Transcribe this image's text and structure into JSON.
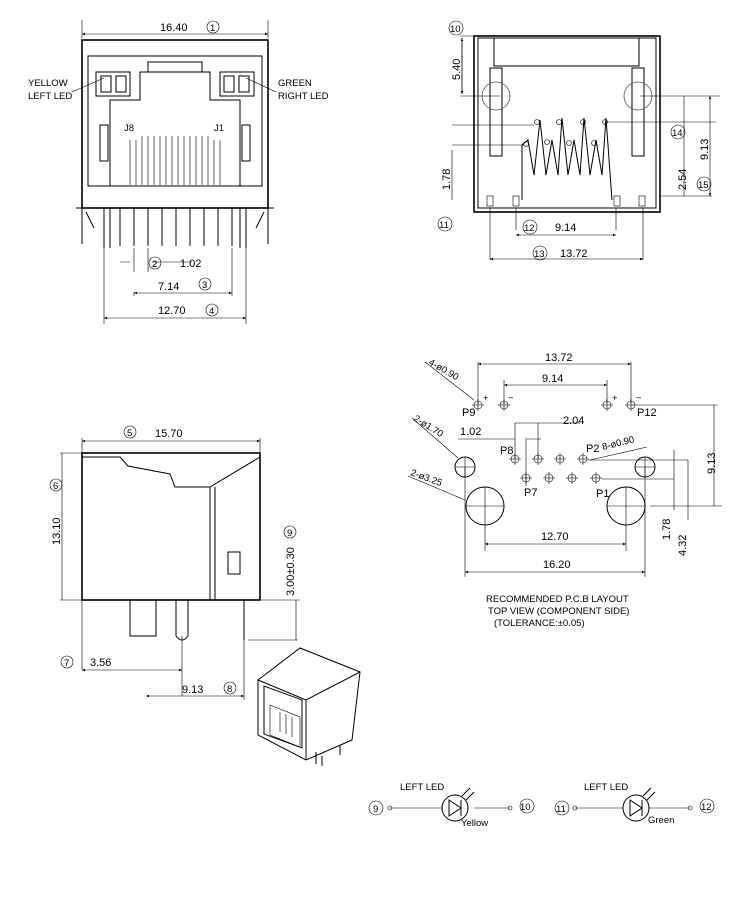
{
  "front_view": {
    "width_dim": "16.40",
    "width_ref": "1",
    "yellow_label": "YELLOW",
    "left_led_label": "LEFT LED",
    "green_label": "GREEN",
    "right_led_label": "RIGHT LED",
    "pin_j8": "J8",
    "pin_j1": "J1",
    "pitch_ref": "2",
    "pitch_dim": "1.02",
    "span_dim": "7.14",
    "span_ref": "3",
    "post_dim": "12.70",
    "post_ref": "4"
  },
  "rear_view": {
    "ref_10": "10",
    "dim_540": "5.40",
    "dim_178": "1.78",
    "ref_11": "11",
    "ref_12": "12",
    "dim_914": "9.14",
    "ref_13": "13",
    "dim_1372": "13.72",
    "ref_14": "14",
    "dim_254": "2.54",
    "dim_913": "9.13",
    "ref_15": "15"
  },
  "side_view": {
    "ref_5": "5",
    "depth_dim": "15.70",
    "ref_6": "6",
    "height_dim": "13.10",
    "ref_9": "9",
    "pin_len_dim": "3.00±0.30",
    "ref_7": "7",
    "dim_356": "3.56",
    "dim_913": "9.13",
    "ref_8": "8"
  },
  "pcb_layout": {
    "dim_1372": "13.72",
    "dim_914": "9.14",
    "hole_090_4": "4-ø0.90",
    "p9": "P9",
    "p12": "P12",
    "plus": "+",
    "minus": "−",
    "hole_170": "2-ø1.70",
    "dim_204": "2.04",
    "dim_102": "1.02",
    "p8": "P8",
    "p2": "P2",
    "hole_090_8": "8-ø0.90",
    "hole_325": "2-ø3.25",
    "p7": "P7",
    "p1": "P1",
    "dim_913": "9.13",
    "dim_178": "1.78",
    "dim_432": "4.32",
    "dim_1270": "12.70",
    "dim_1620": "16.20",
    "note_line1": "RECOMMENDED P.C.B LAYOUT",
    "note_line2": "TOP VIEW (COMPONENT SIDE)",
    "note_line3": "(TOLERANCE:±0.05)"
  },
  "led_schematics": [
    {
      "title": "LEFT LED",
      "pin_a": "9",
      "pin_b": "10",
      "color_label": "Yellow"
    },
    {
      "title": "LEFT LED",
      "pin_a": "11",
      "pin_b": "12",
      "color_label": "Green"
    }
  ]
}
